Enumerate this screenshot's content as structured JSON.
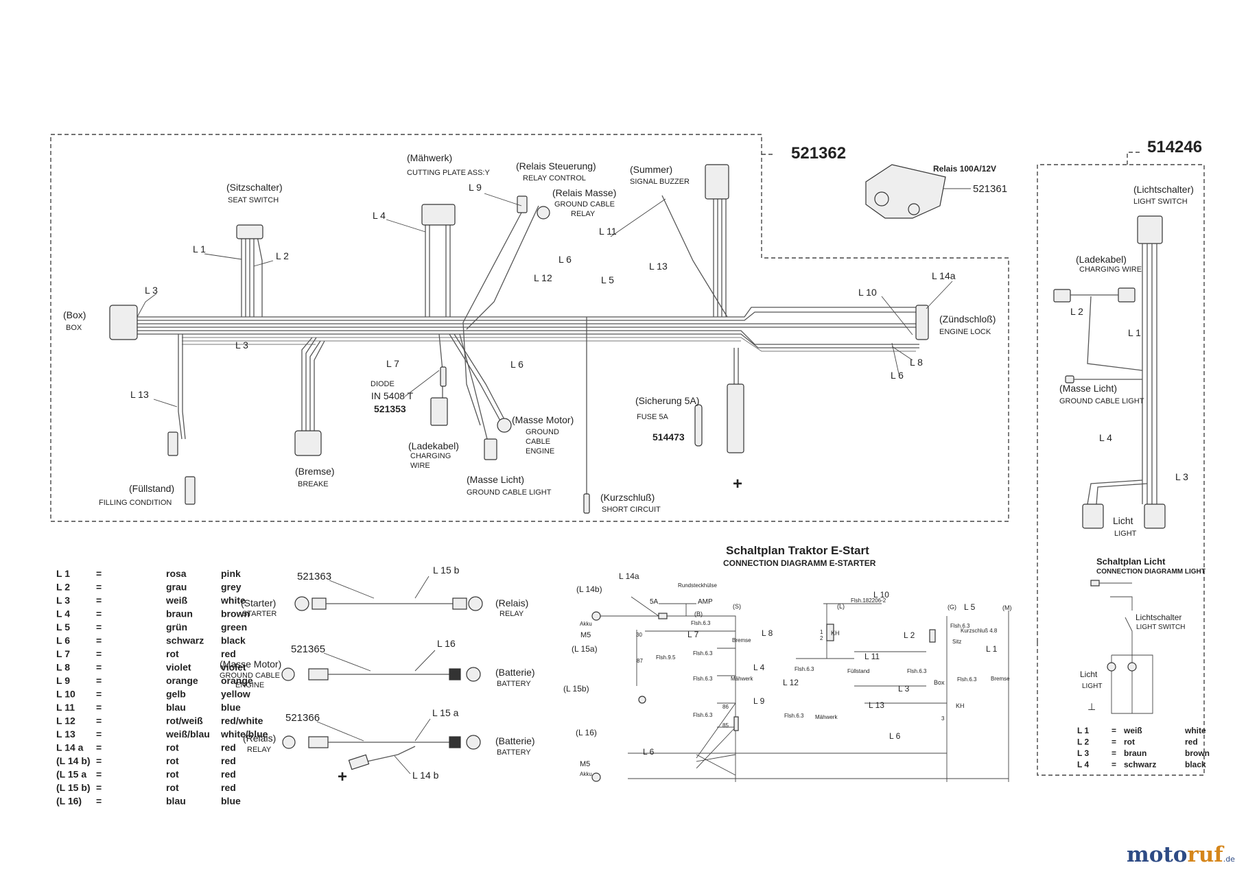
{
  "harness": {
    "labels": {
      "box": "(Box)",
      "box_en": "BOX",
      "seat": "(Sitzschalter)",
      "seat_en": "SEAT SWITCH",
      "mower": "(Mähwerk)",
      "mower_en": "CUTTING PLATE ASS:Y",
      "relay_ctrl": "(Relais Steuerung)",
      "relay_ctrl_en": "RELAY CONTROL",
      "relay_gnd": "(Relais Masse)",
      "relay_gnd_en1": "GROUND CABLE",
      "relay_gnd_en2": "RELAY",
      "buzzer": "(Summer)",
      "buzzer_en": "SIGNAL BUZZER",
      "ignition": "(Zündschloß)",
      "ignition_en": "ENGINE LOCK",
      "fuse": "(Sicherung 5A)",
      "fuse_en": "FUSE 5A",
      "fuse_ref": "514473",
      "short": "(Kurzschluß)",
      "short_en": "SHORT CIRCUIT",
      "gnd_light": "(Masse Licht)",
      "gnd_light_en": "GROUND CABLE LIGHT",
      "charging": "(Ladekabel)",
      "charging_en1": "CHARGING",
      "charging_en2": "WIRE",
      "gnd_motor": "(Masse Motor)",
      "gnd_motor_en1": "GROUND",
      "gnd_motor_en2": "CABLE",
      "gnd_motor_en3": "ENGINE",
      "brake": "(Bremse)",
      "brake_en": "BREAKE",
      "fill": "(Füllstand)",
      "fill_en": "FILLING CONDITION",
      "diode": "DIODE",
      "diode_type": "IN 5408 T",
      "diode_ref": "521353",
      "plus": "+"
    },
    "wires": {
      "l1": "L 1",
      "l2": "L 2",
      "l3": "L 3",
      "l4": "L 4",
      "l5": "L 5",
      "l6": "L 6",
      "l7": "L 7",
      "l8": "L 8",
      "l9": "L 9",
      "l10": "L 10",
      "l11": "L 11",
      "l12": "L 12",
      "l13": "L 13",
      "l14a": "L 14a"
    },
    "relay_ref": "521362",
    "relay_label": "Relais 100A/12V",
    "relay_part": "521361"
  },
  "light_harness": {
    "ref": "514246",
    "switch": "(Lichtschalter)",
    "switch_en": "LIGHT SWITCH",
    "charging": "(Ladekabel)",
    "charging_en": "CHARGING WIRE",
    "gnd": "(Masse Licht)",
    "gnd_en": "GROUND CABLE LIGHT",
    "light": "Licht",
    "light_en": "LIGHT",
    "l1": "L 1",
    "l2": "L 2",
    "l3": "L 3",
    "l4": "L 4",
    "diagram_title": "Schaltplan Licht",
    "diagram_subtitle": "CONNECTION DIAGRAMM LIGHT",
    "sch_switch": "Lichtschalter",
    "sch_switch_en": "LIGHT SWITCH",
    "sch_light": "Licht",
    "sch_light_en": "LIGHT",
    "legend": [
      {
        "code": "L 1",
        "eq": "=",
        "de": "weiß",
        "en": "white"
      },
      {
        "code": "L 2",
        "eq": "=",
        "de": "rot",
        "en": "red"
      },
      {
        "code": "L 3",
        "eq": "=",
        "de": "braun",
        "en": "brown"
      },
      {
        "code": "L 4",
        "eq": "=",
        "de": "schwarz",
        "en": "black"
      }
    ]
  },
  "legend": [
    {
      "code": "L 1",
      "eq": "=",
      "de": "rosa",
      "en": "pink"
    },
    {
      "code": "L 2",
      "eq": "=",
      "de": "grau",
      "en": "grey"
    },
    {
      "code": "L 3",
      "eq": "=",
      "de": "weiß",
      "en": "white"
    },
    {
      "code": "L 4",
      "eq": "=",
      "de": "braun",
      "en": "brown"
    },
    {
      "code": "L 5",
      "eq": "=",
      "de": "grün",
      "en": "green"
    },
    {
      "code": "L 6",
      "eq": "=",
      "de": "schwarz",
      "en": "black"
    },
    {
      "code": "L 7",
      "eq": "=",
      "de": "rot",
      "en": "red"
    },
    {
      "code": "L 8",
      "eq": "=",
      "de": "violet",
      "en": "violet"
    },
    {
      "code": "L 9",
      "eq": "=",
      "de": "orange",
      "en": "orange"
    },
    {
      "code": "L 10",
      "eq": "=",
      "de": "gelb",
      "en": "yellow"
    },
    {
      "code": "L 11",
      "eq": "=",
      "de": "blau",
      "en": "blue"
    },
    {
      "code": "L 12",
      "eq": "=",
      "de": "rot/weiß",
      "en": "red/white"
    },
    {
      "code": "L 13",
      "eq": "=",
      "de": "weiß/blau",
      "en": "white/blue"
    },
    {
      "code": "L 14 a",
      "eq": "=",
      "de": "rot",
      "en": "red"
    },
    {
      "code": "(L 14 b)",
      "eq": "=",
      "de": "rot",
      "en": "red"
    },
    {
      "code": "(L 15 a",
      "eq": "=",
      "de": "rot",
      "en": "red"
    },
    {
      "code": "(L 15 b)",
      "eq": "=",
      "de": "rot",
      "en": "red"
    },
    {
      "code": "(L 16)",
      "eq": "=",
      "de": "blau",
      "en": "blue"
    }
  ],
  "cables": [
    {
      "ref": "521363",
      "wire": "L 15 b",
      "left": "(Starter)",
      "left_en": "STARTER",
      "right": "(Relais)",
      "right_en": "RELAY"
    },
    {
      "ref": "521365",
      "wire": "L 16",
      "left": "(Masse Motor)",
      "left_en1": "GROUND CABLE",
      "left_en2": "ENGINE",
      "right": "(Batterie)",
      "right_en": "BATTERY"
    },
    {
      "ref": "521366",
      "wire": "L 15 a",
      "wire2": "L 14 b",
      "left": "(Relais)",
      "left_en": "RELAY",
      "right": "(Batterie)",
      "right_en": "BATTERY",
      "plus": "+"
    }
  ],
  "schematic": {
    "title": "Schaltplan Traktor E-Start",
    "subtitle": "CONNECTION DIAGRAMM E-STARTER",
    "labels": {
      "l14a": "L 14a",
      "l14b": "(L 14b)",
      "l15a": "(L 15a)",
      "l15b": "(L 15b)",
      "l16": "(L 16)",
      "akku": "Akku",
      "m5": "M5",
      "m5b": "M5",
      "akku2": "Akku",
      "fuse": "5A",
      "amp": "AMP",
      "rund": "Rundsteckhülse",
      "b": "(B)",
      "s": "(S)",
      "l": "(L)",
      "g": "(G)",
      "m": "(M)",
      "l5": "L 5",
      "l6": "L 6",
      "l6b": "L 6",
      "l7": "L 7",
      "l8": "L 8",
      "l9": "L 9",
      "l10": "L 10",
      "l11": "L 11",
      "l12": "L 12",
      "l13": "L 13",
      "l4": "L 4",
      "l1": "L 1",
      "l2": "L 2",
      "l3": "L 3",
      "bremse": "Bremse",
      "maehwerk": "Mähwerk",
      "fuellstand": "Füllstand",
      "maehwerk2": "Mähwerk",
      "box": "Box",
      "sitz": "Sitz",
      "kurzschluss": "Kurzschluß 4.8",
      "bremse2": "Bremse",
      "kh": "KH",
      "kh2": "KH",
      "n30": "30",
      "n87": "87",
      "n1": "1",
      "n2": "2",
      "n3": "3",
      "n86": "86",
      "n85": "85",
      "f63a": "Flsh.6.3",
      "f63b": "Flsh.6.3",
      "f63c": "Flsh.6.3",
      "f63d": "Flsh.6.3",
      "f63e": "Flsh.6.3",
      "f63f": "Flsh.6.3",
      "f63g": "Flsh.6.3",
      "f63h": "Flsh.6.3",
      "f63i": "Flsh.6.3",
      "f95": "Flsh.9.5",
      "f182": "Flsh.182206-2"
    }
  },
  "logo": {
    "main_a": "moto",
    "main_b": "ruf",
    "suffix": ".de"
  },
  "colors": {
    "logo_blue": "#2e4b85",
    "logo_orange": "#d5861b",
    "line": "#444444"
  }
}
